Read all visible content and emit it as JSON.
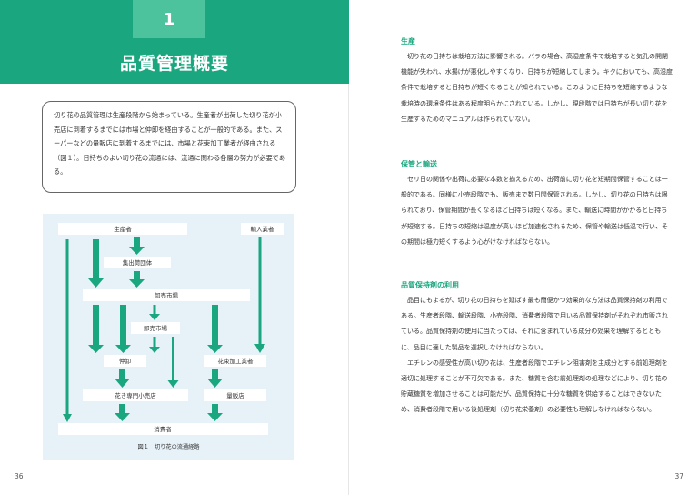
{
  "chapter": {
    "number": "1",
    "title": "品質管理概要"
  },
  "summary": "切り花の品質管理は生産段階から始まっている。生産者が出荷した切り花が小売店に到着するまでには市場と仲卸を経由することが一般的である。また、スーパーなどの量販店に到着するまでには、市場と花束加工業者が経由される（図１）。日持ちのよい切り花の流通には、流通に関わる各層の努力が必要である。",
  "figure": {
    "caption": "図１　切り花の流通経路",
    "nodes": {
      "producer": "生産者",
      "importer": "輸入業者",
      "collector": "集出荷団体",
      "wholesale_market": "卸売市場",
      "wholesale_sub": "卸売市場",
      "broker": "仲卸",
      "bouquet_maker": "花束加工業者",
      "florist": "花き専門小売店",
      "mass_retailer": "量販店",
      "consumer": "消費者"
    },
    "colors": {
      "arrow": "#1aa77f",
      "background": "#e7f2f8",
      "header": "#1aa77f",
      "accent": "#4cc39d"
    }
  },
  "sections": [
    {
      "heading": "生産",
      "paragraphs": [
        "切り花の日持ちは栽培方法に影響される。バラの場合、高湿度条件で栽培すると気孔の開閉機能が失われ、水揚げが悪化しやすくなり、日持ちが短縮してしまう。キクにおいても、高湿度条件で栽培すると日持ちが短くなることが知られている。このように日持ちを短縮するような栽培時の環境条件はある程度明らかにされている。しかし、現段階では日持ちが長い切り花を生産するためのマニュアルは作られていない。"
      ]
    },
    {
      "heading": "保管と輸送",
      "paragraphs": [
        "セリ日の関係や出荷に必要な本数を揃えるため、出荷前に切り花を短期間保管することは一般的である。同様に小売段階でも、販売まで数日間保管される。しかし、切り花の日持ちは限られており、保管期間が長くなるほど日持ちは短くなる。また、輸送に時間がかかると日持ちが短縮する。日持ちの短縮は温度が高いほど加速化されるため、保管や輸送は低温で行い、その期間は極力短くするよう心がけなければならない。"
      ]
    },
    {
      "heading": "品質保持剤の利用",
      "paragraphs": [
        "品目にもよるが、切り花の日持ちを延ばす最も簡便かつ効果的な方法は品質保持剤の利用である。生産者段階、輸送段階、小売段階、消費者段階で用いる品質保持剤がそれぞれ市販されている。品質保持剤の使用に当たっては、それに含まれている成分の効果を理解するとともに、品目に適した製品を選択しなければならない。",
        "エチレンの感受性が高い切り花は、生産者段階でエチレン阻害剤を主成分とする前処理剤を適切に処理することが不可欠である。また、糖質を含む前処理剤の処理などにより、切り花の貯蔵糖質を増加させることは可能だが、品質保持に十分な糖質を供給することはできないため、消費者段階で用いる後処理剤（切り花栄養剤）の必要性も理解しなければならない。"
      ]
    }
  ],
  "page_numbers": {
    "left": "36",
    "right": "37"
  }
}
